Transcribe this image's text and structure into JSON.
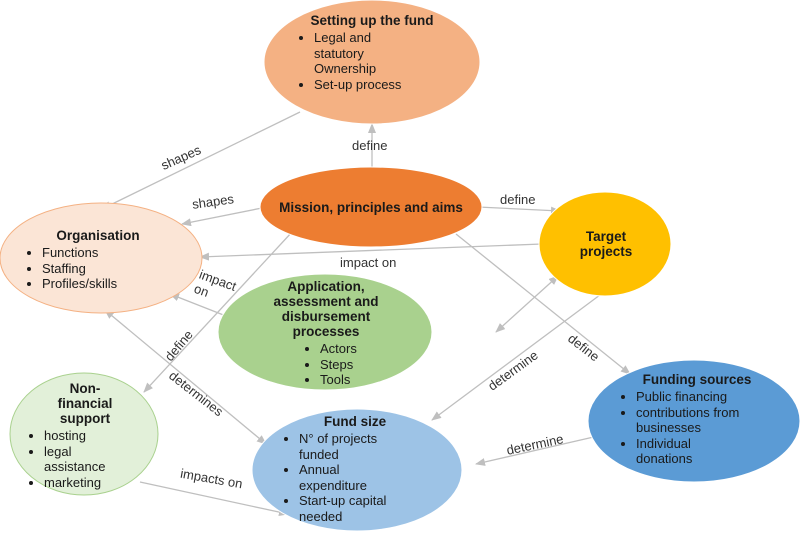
{
  "nodes": {
    "setup": {
      "title": "Setting up the fund",
      "items": [
        "Legal and statutory Ownership",
        "Set-up process"
      ],
      "color": "#F4B183"
    },
    "mission": {
      "title": "Mission, principles and aims",
      "color": "#ED7D31"
    },
    "organisation": {
      "title": "Organisation",
      "items": [
        "Functions",
        "Staffing",
        "Profiles/skills"
      ],
      "color": "#FBE5D6"
    },
    "target": {
      "title": "Target projects",
      "color": "#FFC000"
    },
    "application": {
      "title": "Application, assessment and disbursement processes",
      "items": [
        "Actors",
        "Steps",
        "Tools"
      ],
      "color": "#A9D18E"
    },
    "nonfinancial": {
      "title": "Non-financial support",
      "items": [
        "hosting",
        "legal assistance",
        "marketing"
      ],
      "color": "#E2F0D9"
    },
    "fundsize": {
      "title": "Fund size",
      "items": [
        "N° of projects funded",
        "Annual expenditure",
        "Start-up capital needed"
      ],
      "color": "#9DC3E6"
    },
    "funding": {
      "title": "Funding sources",
      "items": [
        "Public financing",
        "contributions from businesses",
        "Individual donations"
      ],
      "color": "#5B9BD5"
    }
  },
  "edges": {
    "mission_setup": "define",
    "setup_org": "shapes",
    "mission_org": "shapes",
    "mission_target": "define",
    "target_org": "impact on",
    "app_org": "impact on",
    "mission_nonfin": "define",
    "org_fundsize": "determines",
    "mission_funding": "define",
    "app_fundsize": "determine",
    "funding_fundsize": "determine",
    "nonfin_fundsize": "impacts on"
  },
  "colors": {
    "arrow": "#BFBFBF",
    "text": "#1a1a1a"
  }
}
